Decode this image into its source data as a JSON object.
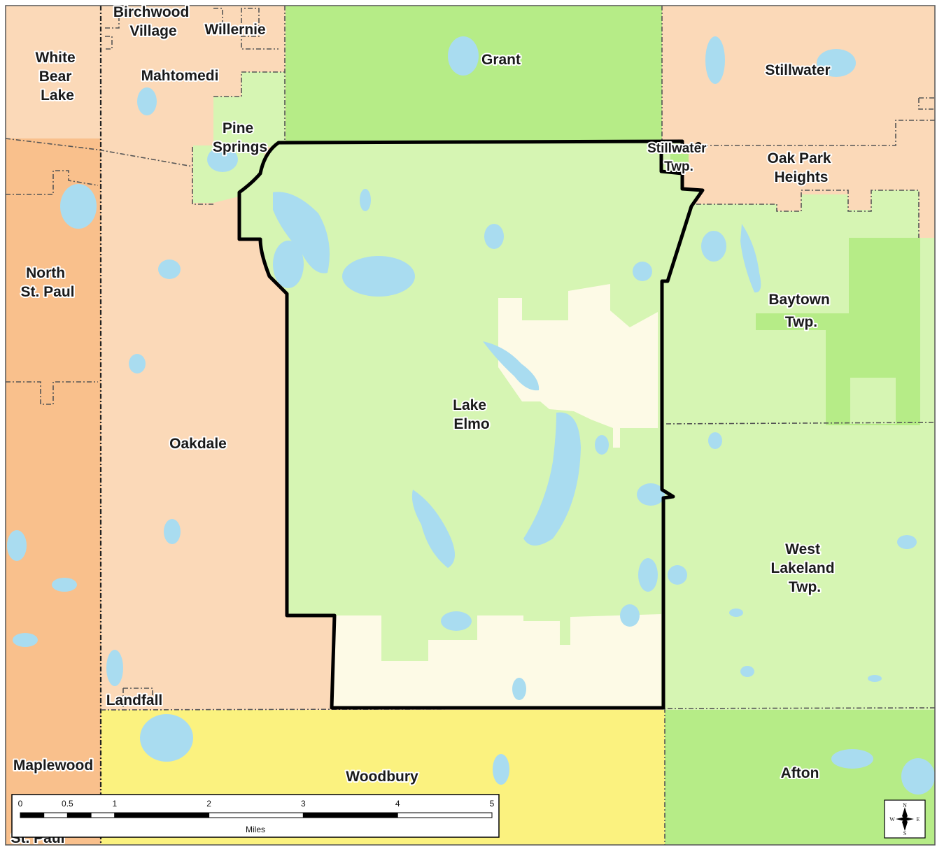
{
  "colors": {
    "peach": "#fbd9b8",
    "orange": "#f9c08c",
    "light_green": "#d6f5b3",
    "mid_green": "#b6ec87",
    "cream": "#fdfae6",
    "yellow": "#fbf27f",
    "water": "#a9dcf0",
    "boundary": "#000000"
  },
  "labels": {
    "white_bear_lake": [
      "White",
      "Bear",
      "Lake"
    ],
    "birchwood_village": [
      "Birchwood",
      "Village"
    ],
    "willernie": "Willernie",
    "mahtomedi": "Mahtomedi",
    "pine_springs": [
      "Pine",
      "Springs"
    ],
    "grant": "Grant",
    "stillwater": "Stillwater",
    "stillwater_twp": [
      "Stillwater",
      "Twp."
    ],
    "oak_park_heights": [
      "Oak Park",
      "Heights"
    ],
    "north_st_paul": [
      "North",
      "St. Paul"
    ],
    "baytown_twp": [
      "Baytown",
      "Twp."
    ],
    "lake_elmo": [
      "Lake",
      "Elmo"
    ],
    "oakdale": "Oakdale",
    "west_lakeland_twp": [
      "West",
      "Lakeland",
      "Twp."
    ],
    "landfall": "Landfall",
    "maplewood": "Maplewood",
    "woodbury": "Woodbury",
    "afton": "Afton",
    "st_paul": "St. Paul"
  },
  "scale_bar": {
    "ticks": [
      "0",
      "0.5",
      "1",
      "2",
      "3",
      "4",
      "5"
    ],
    "tick_miles": [
      0,
      0.5,
      1,
      2,
      3,
      4,
      5
    ],
    "unit": "Miles"
  },
  "compass": {
    "n": "N",
    "s": "S",
    "e": "E",
    "w": "W"
  }
}
